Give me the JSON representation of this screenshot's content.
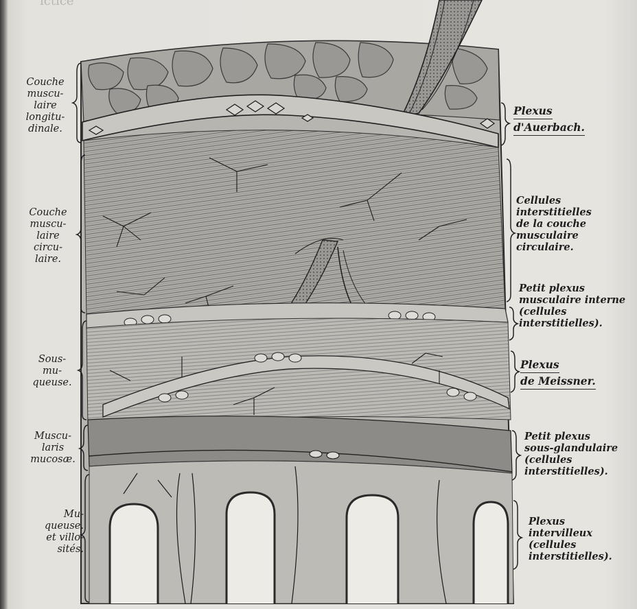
{
  "top_fragment": "ictice",
  "left_labels": {
    "longitudinale": [
      "Couche",
      "muscu-",
      "laire",
      "longitu-",
      "dinale."
    ],
    "circulaire": [
      "Couche",
      "muscu-",
      "laire",
      "circu-",
      "laire."
    ],
    "sous_muqueuse": [
      "Sous-",
      "mu-",
      "queuse."
    ],
    "muscularis": [
      "Muscu-",
      "laris",
      "mucosæ."
    ],
    "muqueuse": [
      "Mu-",
      "queuse.",
      "et villo-",
      "sités."
    ]
  },
  "right_labels": {
    "auerbach": [
      "Plexus",
      "d'Auerbach."
    ],
    "interstitielles": [
      "Cellules",
      "interstitielles",
      "de la couche",
      "musculaire",
      "circulaire."
    ],
    "petit_interne": [
      "Petit plexus",
      "musculaire interne",
      "(cellules",
      "interstitielles)."
    ],
    "meissner": [
      "Plexus",
      "de Meissner."
    ],
    "sous_glandulaire": [
      "Petit plexus",
      "sous-glandulaire",
      "(cellules",
      "interstitielles)."
    ],
    "intervilleux": [
      "Plexus",
      "intervilleux",
      "(cellules",
      "interstitielles)."
    ]
  },
  "colors": {
    "ink": "#1e1e1e",
    "paper": "#e4e2dd",
    "shade": "#8c8a86"
  }
}
